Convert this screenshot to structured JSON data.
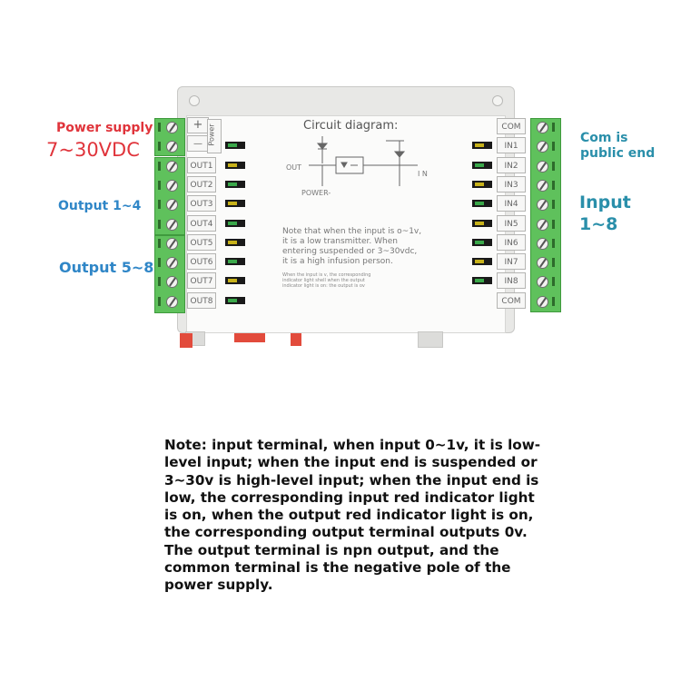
{
  "labels": {
    "power_supply": "Power supply",
    "voltage": "7~30VDC",
    "output_1_4": "Output 1~4",
    "output_5_8": "Output 5~8",
    "com_public": "Com is public end",
    "input": "Input",
    "input_range": "1~8"
  },
  "module": {
    "circuit_title": "Circuit diagram:",
    "out_label": "OUT",
    "power_label": "POWER-",
    "in_label": "I N",
    "plus_sign": "+",
    "minus_sign": "—",
    "power_vertical": "Power",
    "left_terminals": [
      "OUT1",
      "OUT2",
      "OUT3",
      "OUT4",
      "OUT5",
      "OUT6",
      "OUT7",
      "OUT8"
    ],
    "right_terminals": [
      "COM",
      "IN1",
      "IN2",
      "IN3",
      "IN4",
      "IN5",
      "IN6",
      "IN7",
      "IN8",
      "COM"
    ],
    "note_line1": "Note that when the input is o~1v,",
    "note_line2": "it is a low transmitter. When",
    "note_line3": "entering suspended or 3~30vdc,",
    "note_line4": "it is a high infusion person.",
    "micro_line1": "When the input is v, the corresponding",
    "micro_line2": "indicator light shell when the output",
    "micro_line3": "indicator light is on: the output is ov"
  },
  "note": "Note: input terminal, when input 0~1v, it is low-level input; when the input end is suspended or 3~30v is high-level input; when the input end is low, the corresponding input red indicator light is on, when the output red indicator light is on, the corresponding output terminal outputs 0v. The output terminal is npn output, and the common terminal is the negative pole of the power supply.",
  "colors": {
    "terminal_green": "#5fc15c",
    "label_red": "#e0343b",
    "label_blue": "#2f86c7",
    "rail_red": "#e24b3c"
  }
}
